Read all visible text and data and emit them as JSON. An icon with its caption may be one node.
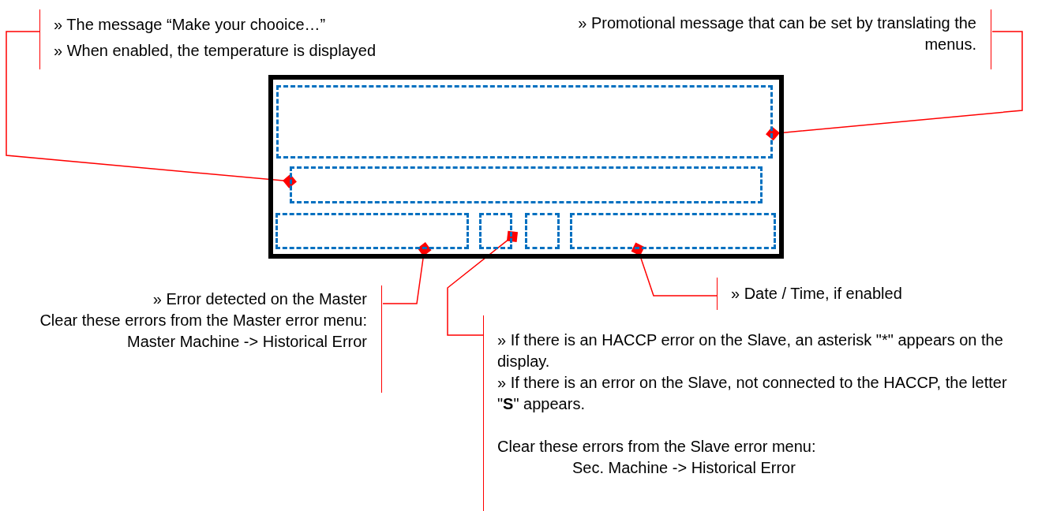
{
  "diagram": {
    "nodes": [
      {
        "text": [],
        "shape": "box"
      },
      {
        "text": [],
        "shape": "box",
        "in": 0
      },
      {
        "text": [],
        "shape": "box",
        "in": 0
      },
      {
        "text": [],
        "shape": "box",
        "in": 0
      },
      {
        "text": [],
        "shape": "box",
        "in": 0
      },
      {
        "text": [],
        "shape": "box",
        "in": 0
      },
      {
        "text": [],
        "shape": "box",
        "in": 0
      },
      {
        "text": [
          "» The message “Make your chooice…”",
          "» When enabled, the temperature is displayed"
        ]
      },
      {
        "text": [
          "» Promotional message that can be set by translating the menus."
        ]
      },
      {
        "text": [
          "» Error detected on the Master",
          "Clear these errors from the Master error menu:",
          "Master Machine -> Historical Error"
        ]
      },
      {
        "text": [
          "» Date / Time, if enabled"
        ]
      },
      {
        "text": [
          "» If there is an HACCP error on the Slave, an asterisk \"*\" appears on the display.",
          "» If there is an error on the Slave, not connected to the HACCP, the letter \"**S**\" appears.",
          "Clear these errors from the Slave error menu:",
          "Sec. Machine -> Historical Error"
        ]
      }
    ],
    "edges": [
      {
        "from": 7,
        "to": 2,
        "arrow": "other"
      },
      {
        "from": 8,
        "to": 1,
        "arrow": "other"
      },
      {
        "from": 9,
        "to": 3,
        "arrow": "other"
      },
      {
        "from": 11,
        "to": 4,
        "arrow": "other"
      },
      {
        "from": 10,
        "to": 6,
        "arrow": "other"
      }
    ]
  }
}
